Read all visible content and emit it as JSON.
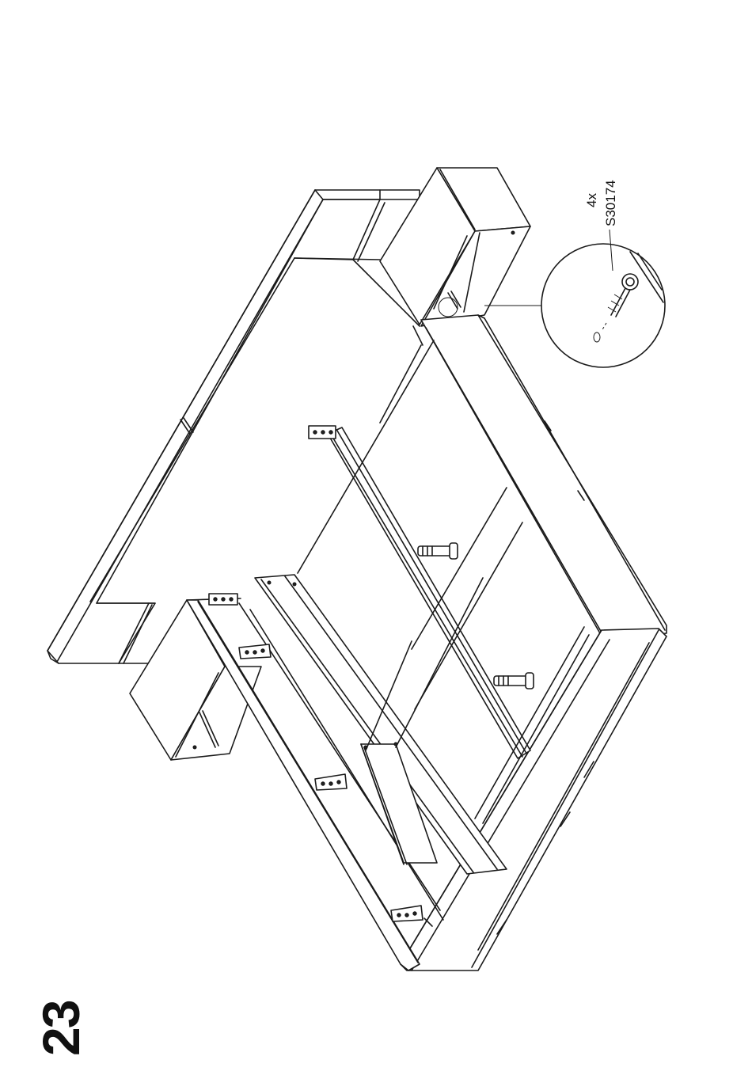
{
  "step": {
    "number": "23"
  },
  "callout": {
    "quantity": "4x",
    "part_code": "S30174"
  }
}
